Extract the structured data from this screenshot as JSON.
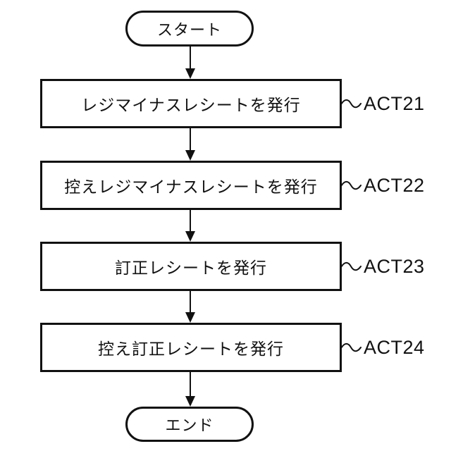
{
  "diagram": {
    "type": "flowchart",
    "start": {
      "label": "スタート"
    },
    "end": {
      "label": "エンド"
    },
    "steps": [
      {
        "text": "レジマイナスレシートを発行",
        "act": "ACT21"
      },
      {
        "text": "控えレジマイナスレシートを発行",
        "act": "ACT22"
      },
      {
        "text": "訂正レシートを発行",
        "act": "ACT23"
      },
      {
        "text": "控え訂正レシートを発行",
        "act": "ACT24"
      }
    ],
    "colors": {
      "line": "#111111",
      "background": "#ffffff"
    }
  }
}
